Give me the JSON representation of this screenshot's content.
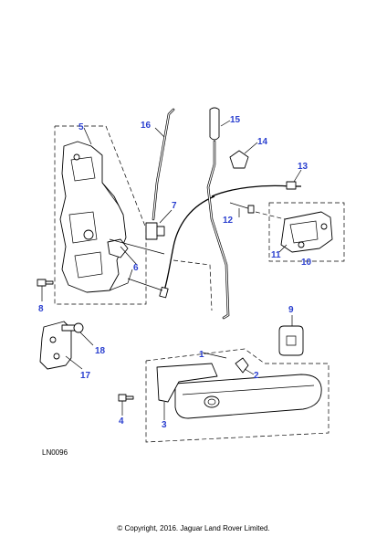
{
  "diagram": {
    "reference_code": "LN0096",
    "copyright": "© Copyright, 2016. Jaguar Land Rover Limited.",
    "callouts": [
      {
        "id": "1",
        "label": "1"
      },
      {
        "id": "2",
        "label": "2"
      },
      {
        "id": "3",
        "label": "3"
      },
      {
        "id": "4",
        "label": "4"
      },
      {
        "id": "5",
        "label": "5"
      },
      {
        "id": "6",
        "label": "6"
      },
      {
        "id": "7",
        "label": "7"
      },
      {
        "id": "8",
        "label": "8"
      },
      {
        "id": "9",
        "label": "9"
      },
      {
        "id": "10",
        "label": "10"
      },
      {
        "id": "11",
        "label": "11"
      },
      {
        "id": "12",
        "label": "12"
      },
      {
        "id": "13",
        "label": "13"
      },
      {
        "id": "14",
        "label": "14"
      },
      {
        "id": "15",
        "label": "15"
      },
      {
        "id": "16",
        "label": "16"
      },
      {
        "id": "17",
        "label": "17"
      },
      {
        "id": "18",
        "label": "18"
      }
    ]
  }
}
